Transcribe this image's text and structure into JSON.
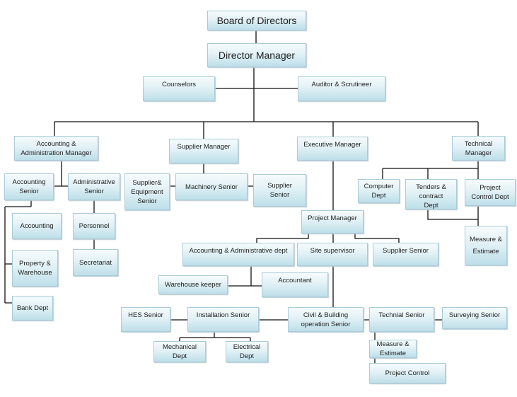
{
  "nodes": {
    "board": "Board of Directors",
    "director": "Director Manager",
    "counselors": "Counselors",
    "auditor": "Auditor & Scrutineer",
    "acc_admin_manager": "Accounting & Administration Manager",
    "supplier_manager": "Supplier Manager",
    "executive_manager": "Executive Manager",
    "technical_manager": "Technical Manager",
    "accounting_senior": "Accounting Senior",
    "administrative_senior": "Administrative Senior",
    "accounting": "Accounting",
    "property_warehouse": "Property & Warehouse",
    "bank_dept": "Bank Dept",
    "personnel": "Personnel",
    "secretariat": "Secretariat",
    "supplier_equipment_senior": "Supplier& Equipment Senior",
    "machinery_senior": "Machinery Senior",
    "supplier_senior_1": "Supplier Senior",
    "computer_dept": "Computer Dept",
    "tenders_contract": "Tenders & contract Dept",
    "project_control_dept": "Project Control Dept",
    "measure_estimate_1": "Measure & Estimate",
    "project_manager": "Project Manager",
    "acc_admin_dept": "Accounting & Administrative dept",
    "site_supervisor": "Site supervisor",
    "supplier_senior_2": "Supplier Senior",
    "warehouse_keeper": "Warehouse keeper",
    "accountant": "Accountant",
    "hes_senior": "HES Senior",
    "installation_senior": "Installation Senior",
    "civil_building": "Civil & Building operation Senior",
    "technial_senior": "Technial Senior",
    "surveying_senior": "Surveying Senior",
    "mechanical_dept": "Mechanical Dept",
    "electrical_dept": "Electrical Dept",
    "measure_estimate_2": "Measure & Estimate",
    "project_control": "Project Control"
  },
  "colors": {
    "box_top": "#f6fbfd",
    "box_bottom": "#bddfe9",
    "box_border": "#a9ccd8",
    "line": "#111111"
  }
}
